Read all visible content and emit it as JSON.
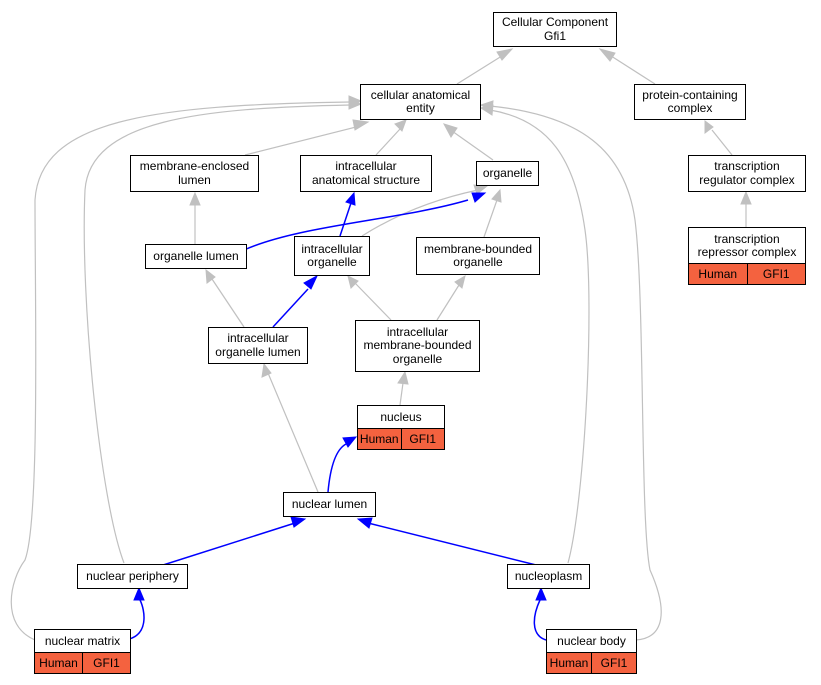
{
  "graph": {
    "nodes": {
      "root": "Cellular Component\nGfi1",
      "cellular_anatomical_entity": "cellular anatomical\nentity",
      "protein_containing_complex": "protein-containing\ncomplex",
      "membrane_enclosed_lumen": "membrane-enclosed\nlumen",
      "intracellular_anatomical_structure": "intracellular\nanatomical structure",
      "organelle": "organelle",
      "transcription_regulator_complex": "transcription\nregulator complex",
      "organelle_lumen": "organelle lumen",
      "intracellular_organelle": "intracellular\norganelle",
      "membrane_bounded_organelle": "membrane-bounded\norganelle",
      "transcription_repressor_complex": "transcription\nrepressor complex",
      "intracellular_organelle_lumen": "intracellular\norganelle lumen",
      "intracellular_membrane_bounded_organelle": "intracellular\nmembrane-bounded\norganelle",
      "nucleus": "nucleus",
      "nuclear_lumen": "nuclear lumen",
      "nuclear_periphery": "nuclear periphery",
      "nucleoplasm": "nucleoplasm",
      "nuclear_matrix": "nuclear matrix",
      "nuclear_body": "nuclear body"
    },
    "annotations": {
      "species": "Human",
      "gene": "GFI1"
    },
    "colors": {
      "annotation_fill": "#f4623f",
      "edge_inferred": "#c0c0c0",
      "edge_direct": "#0000ff"
    }
  }
}
